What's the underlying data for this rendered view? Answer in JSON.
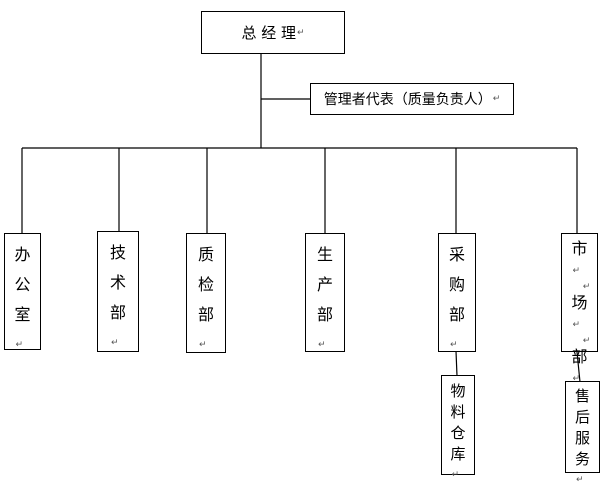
{
  "chart": {
    "general_manager": "总 经 理",
    "mgmt_rep": "管理者代表（质量负责人）",
    "departments": {
      "office": [
        "办",
        "公",
        "室"
      ],
      "tech": [
        "技",
        "术",
        "部"
      ],
      "qc": [
        "质",
        "检",
        "部"
      ],
      "production": [
        "生",
        "产",
        "部"
      ],
      "purchasing": [
        "采",
        "购",
        "部"
      ],
      "marketing": [
        "市",
        "场",
        "部"
      ]
    },
    "sub_units": {
      "warehouse": [
        "物",
        "料",
        "仓",
        "库"
      ],
      "after_sales": [
        "售",
        "后",
        "服",
        "务"
      ]
    },
    "paragraph_mark": "↵"
  }
}
